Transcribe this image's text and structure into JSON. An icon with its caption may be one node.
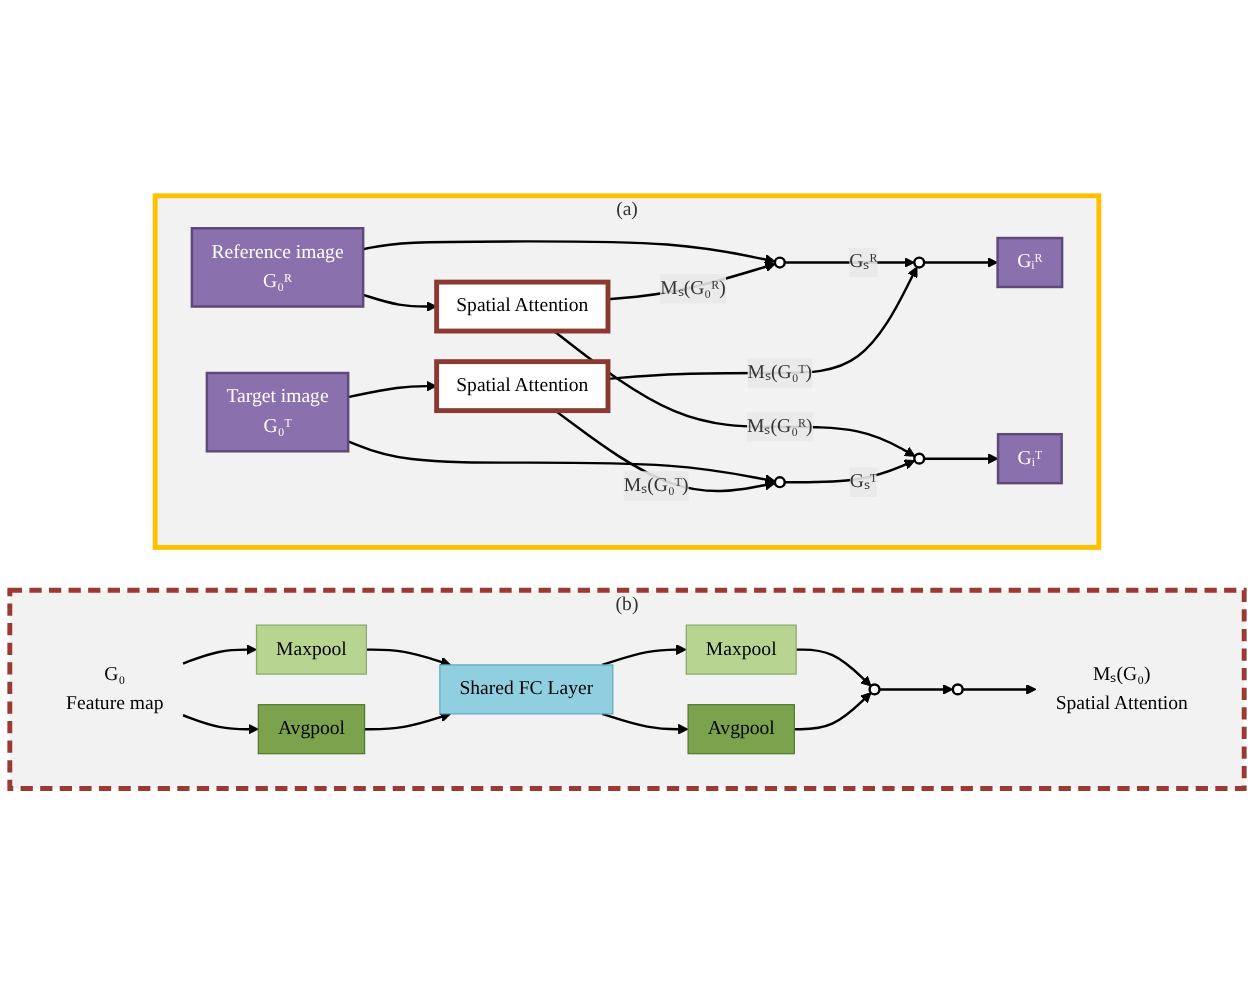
{
  "diagram": {
    "nodes": [
      {
        "text": [
          "(a)"
        ]
      },
      {
        "text": [
          "Reference image",
          "G₀ᴿ"
        ],
        "in": 0
      },
      {
        "text": [
          "Spatial Attention"
        ],
        "in": 0
      },
      {
        "text": [],
        "shape": "circle",
        "in": 0
      },
      {
        "text": [],
        "shape": "circle",
        "in": 0
      },
      {
        "text": [
          "Gᵢᴿ"
        ],
        "in": 0
      },
      {
        "text": [
          "Target image",
          "G₀ᵀ"
        ],
        "in": 0
      },
      {
        "text": [
          "Spatial Attention"
        ],
        "in": 0
      },
      {
        "text": [],
        "shape": "circle",
        "in": 0
      },
      {
        "text": [],
        "shape": "circle",
        "in": 0
      },
      {
        "text": [
          "Gᵢᵀ"
        ],
        "in": 0
      },
      {
        "text": [
          "(b)"
        ]
      },
      {
        "text": [
          "G₀",
          "Feature map"
        ],
        "in": 11
      },
      {
        "text": [
          "Maxpool"
        ],
        "in": 11
      },
      {
        "text": [
          "Avgpool"
        ],
        "in": 11
      },
      {
        "text": [
          "Shared FC Layer"
        ],
        "in": 11
      },
      {
        "text": [
          "Maxpool"
        ],
        "in": 11
      },
      {
        "text": [
          "Avgpool"
        ],
        "in": 11
      },
      {
        "text": [],
        "shape": "circle",
        "in": 11
      },
      {
        "text": [],
        "shape": "circle",
        "in": 11
      },
      {
        "text": [
          "Mₛ(G₀)",
          "Spatial Attention"
        ],
        "in": 11
      }
    ],
    "edges": [
      {
        "from": 1,
        "to": 2,
        "arrow": "to"
      },
      {
        "from": 1,
        "to": 3,
        "arrow": "to"
      },
      {
        "from": 2,
        "to": 3,
        "arrow": "to",
        "label": "Mₛ(G₀ᴿ)"
      },
      {
        "from": 2,
        "to": 9,
        "arrow": "to",
        "label": "Mₛ(G₀ᴿ)"
      },
      {
        "from": 3,
        "to": 4,
        "arrow": "to",
        "label": "Gₛᴿ"
      },
      {
        "from": 4,
        "to": 5,
        "arrow": "to"
      },
      {
        "from": 6,
        "to": 7,
        "arrow": "to"
      },
      {
        "from": 6,
        "to": 8,
        "arrow": "to"
      },
      {
        "from": 7,
        "to": 8,
        "arrow": "to",
        "label": "Mₛ(G₀ᵀ)"
      },
      {
        "from": 7,
        "to": 4,
        "arrow": "to",
        "label": "Mₛ(G₀ᵀ)"
      },
      {
        "from": 8,
        "to": 9,
        "arrow": "to",
        "label": "Gₛᵀ"
      },
      {
        "from": 9,
        "to": 10,
        "arrow": "to"
      },
      {
        "from": 12,
        "to": 13,
        "arrow": "to"
      },
      {
        "from": 12,
        "to": 14,
        "arrow": "to"
      },
      {
        "from": 13,
        "to": 15,
        "arrow": "to"
      },
      {
        "from": 14,
        "to": 15,
        "arrow": "to"
      },
      {
        "from": 15,
        "to": 16,
        "arrow": "to"
      },
      {
        "from": 15,
        "to": 17,
        "arrow": "to"
      },
      {
        "from": 16,
        "to": 18,
        "arrow": "to"
      },
      {
        "from": 17,
        "to": 18,
        "arrow": "to"
      },
      {
        "from": 18,
        "to": 19,
        "arrow": "to"
      },
      {
        "from": 19,
        "to": 20,
        "arrow": "to"
      }
    ]
  }
}
